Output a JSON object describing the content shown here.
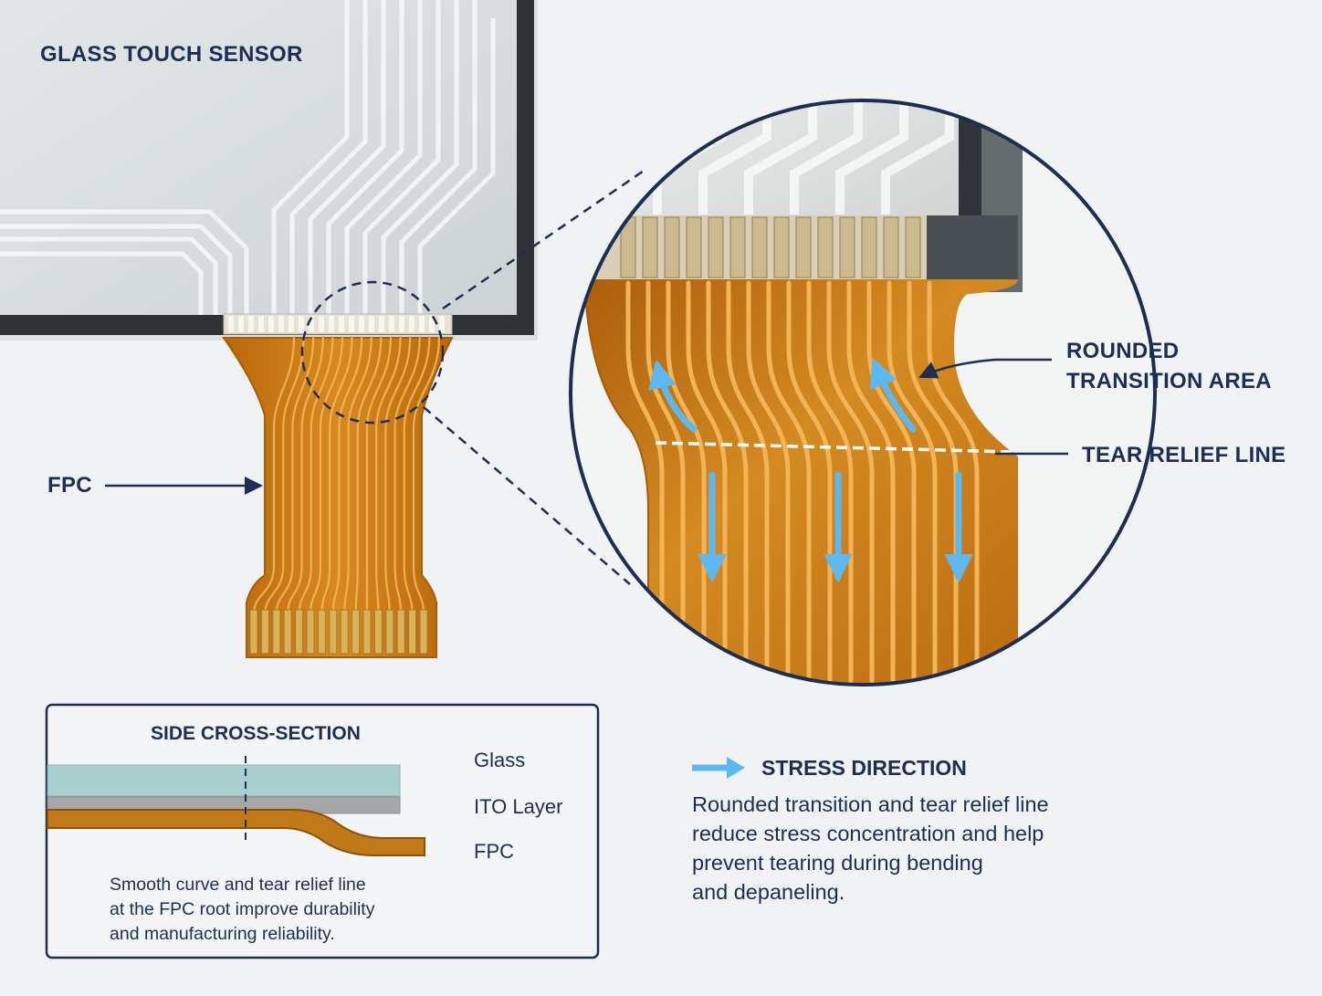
{
  "labels": {
    "glass_sensor": "GLASS TOUCH SENSOR",
    "fpc": "FPC",
    "rounded_transition": [
      "ROUNDED",
      "TRANSITION AREA"
    ],
    "tear_relief": "TEAR RELIEF LINE"
  },
  "cross_section": {
    "title": "SIDE CROSS-SECTION",
    "layers": [
      "Glass",
      "ITO Layer",
      "FPC"
    ],
    "note": [
      "Smooth curve and tear relief line",
      "at the FPC root improve durability",
      "and manufacturing reliability."
    ]
  },
  "stress": {
    "title": "STRESS DIRECTION",
    "text": [
      "Rounded transition and tear relief line",
      "reduce stress concentration and help",
      "prevent tearing during bending",
      "and depaneling."
    ]
  },
  "colors": {
    "navy": "#1b2f55",
    "fpc_amber": "#c97a17",
    "fpc_dark": "#8f4f07",
    "copper": "#e6a13c",
    "arrow_blue": "#5cb8ef",
    "glass": "#a9cfcf",
    "ito": "#a4a6a8"
  }
}
